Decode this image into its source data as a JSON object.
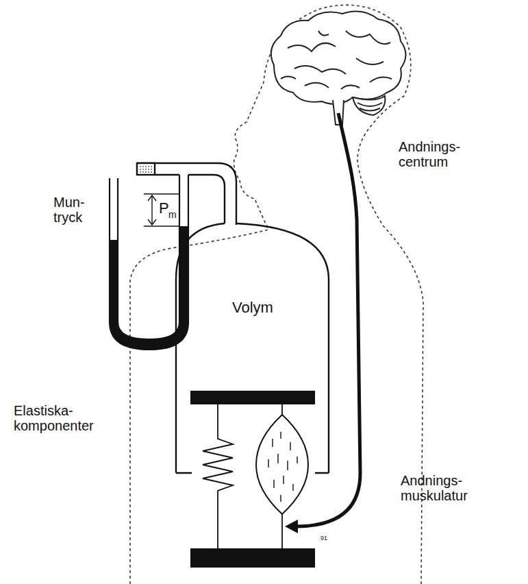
{
  "diagram": {
    "nodes": [
      {
        "text": [
          "Volym"
        ]
      }
    ],
    "labels": [
      "Andnings- centrum",
      "Mun- tryck",
      "P",
      "m",
      "Elastiska- komponenter",
      "Andnings- muskulatur",
      "91"
    ]
  }
}
